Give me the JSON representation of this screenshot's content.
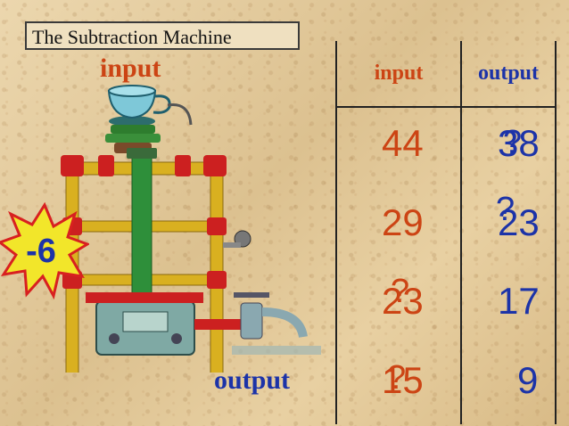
{
  "title": "The Subtraction  Machine",
  "labels": {
    "input": "input",
    "output": "output"
  },
  "operation": "-6",
  "table": {
    "headers": {
      "input": "input",
      "output": "output"
    },
    "rows": [
      {
        "input": "44",
        "output": "38",
        "output_overlay": "?"
      },
      {
        "input": "29",
        "output": "23",
        "output_overlay": "?"
      },
      {
        "input": "23",
        "input_overlay": "?",
        "output": "17"
      },
      {
        "input": "15",
        "input_overlay": "?",
        "output": "9"
      }
    ]
  },
  "colors": {
    "input": "#cc4414",
    "output": "#1c33a8",
    "background": "#e6cfa3"
  }
}
